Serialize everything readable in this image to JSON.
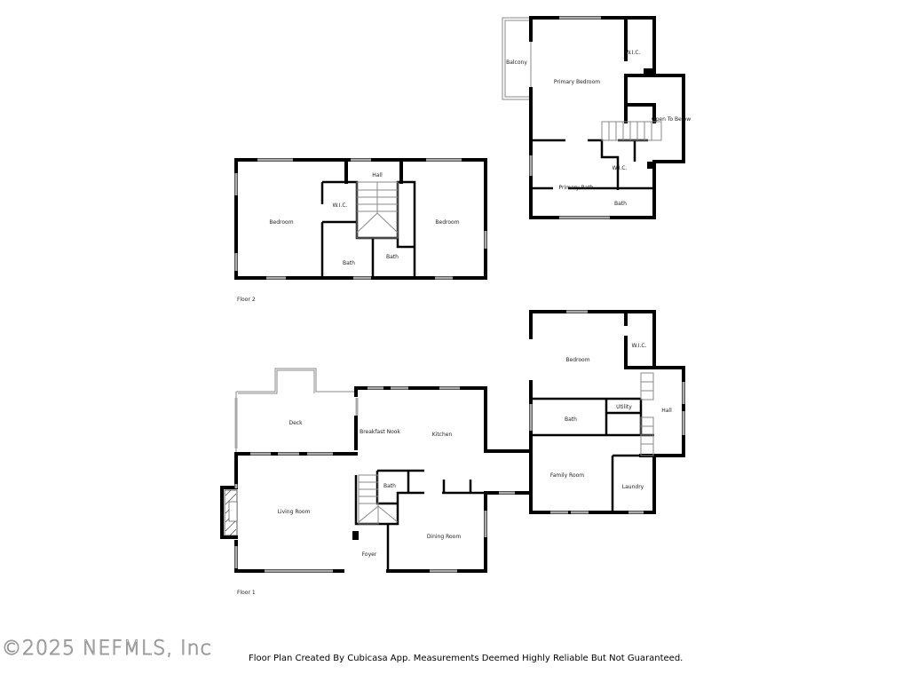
{
  "floors": [
    {
      "label": "Floor 2",
      "rooms": [
        "Balcony",
        "Primary Bedroom",
        "W.I.C.",
        "Open To Below",
        "W.I.C.",
        "Primary Bath",
        "Bath",
        "Hall",
        "Bedroom",
        "W.I.C.",
        "Bedroom",
        "Bath",
        "Bath"
      ]
    },
    {
      "label": "Floor 1",
      "rooms": [
        "Deck",
        "Breakfast Nook",
        "Kitchen",
        "Bath",
        "Living Room",
        "Dining Room",
        "Foyer",
        "Bedroom",
        "W.I.C.",
        "Utility",
        "Hall",
        "Bath",
        "Family Room",
        "Laundry"
      ]
    }
  ],
  "footer": "Floor Plan Created By Cubicasa App. Measurements Deemed Highly Reliable But Not Guaranteed.",
  "watermark": "©2025 NEFMLS, Inc"
}
